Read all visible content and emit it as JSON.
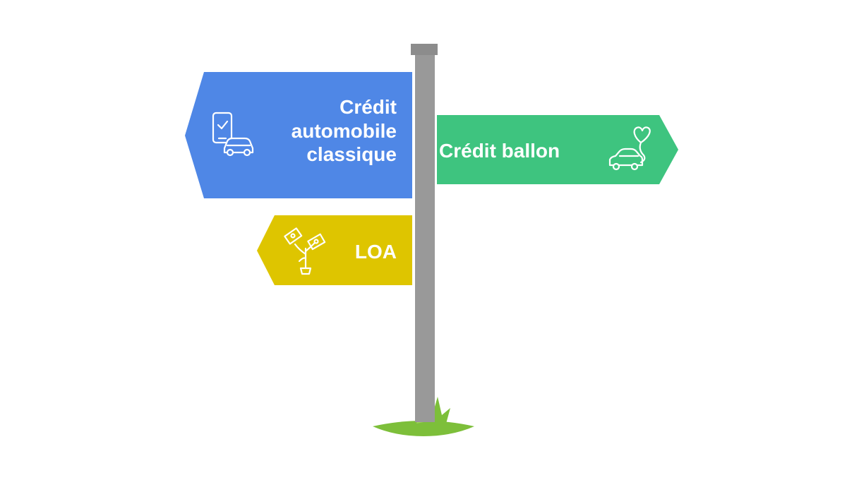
{
  "signs": [
    {
      "id": "classic",
      "lines": [
        "Crédit",
        "automobile",
        "classique"
      ],
      "color": "#4f87e6",
      "icon": "phone-car-icon",
      "direction": "left"
    },
    {
      "id": "balloon",
      "lines": [
        "Crédit ballon"
      ],
      "color": "#3ec47f",
      "icon": "car-heart-balloon-icon",
      "direction": "right"
    },
    {
      "id": "loa",
      "lines": [
        "LOA"
      ],
      "color": "#dec500",
      "icon": "money-plant-icon",
      "direction": "left"
    }
  ],
  "colors": {
    "post": "#999999",
    "post_cap": "#8c8c8c",
    "grass": "#7dbf3a",
    "grass_light": "#9ed15a",
    "icon_stroke": "#ffffff"
  }
}
